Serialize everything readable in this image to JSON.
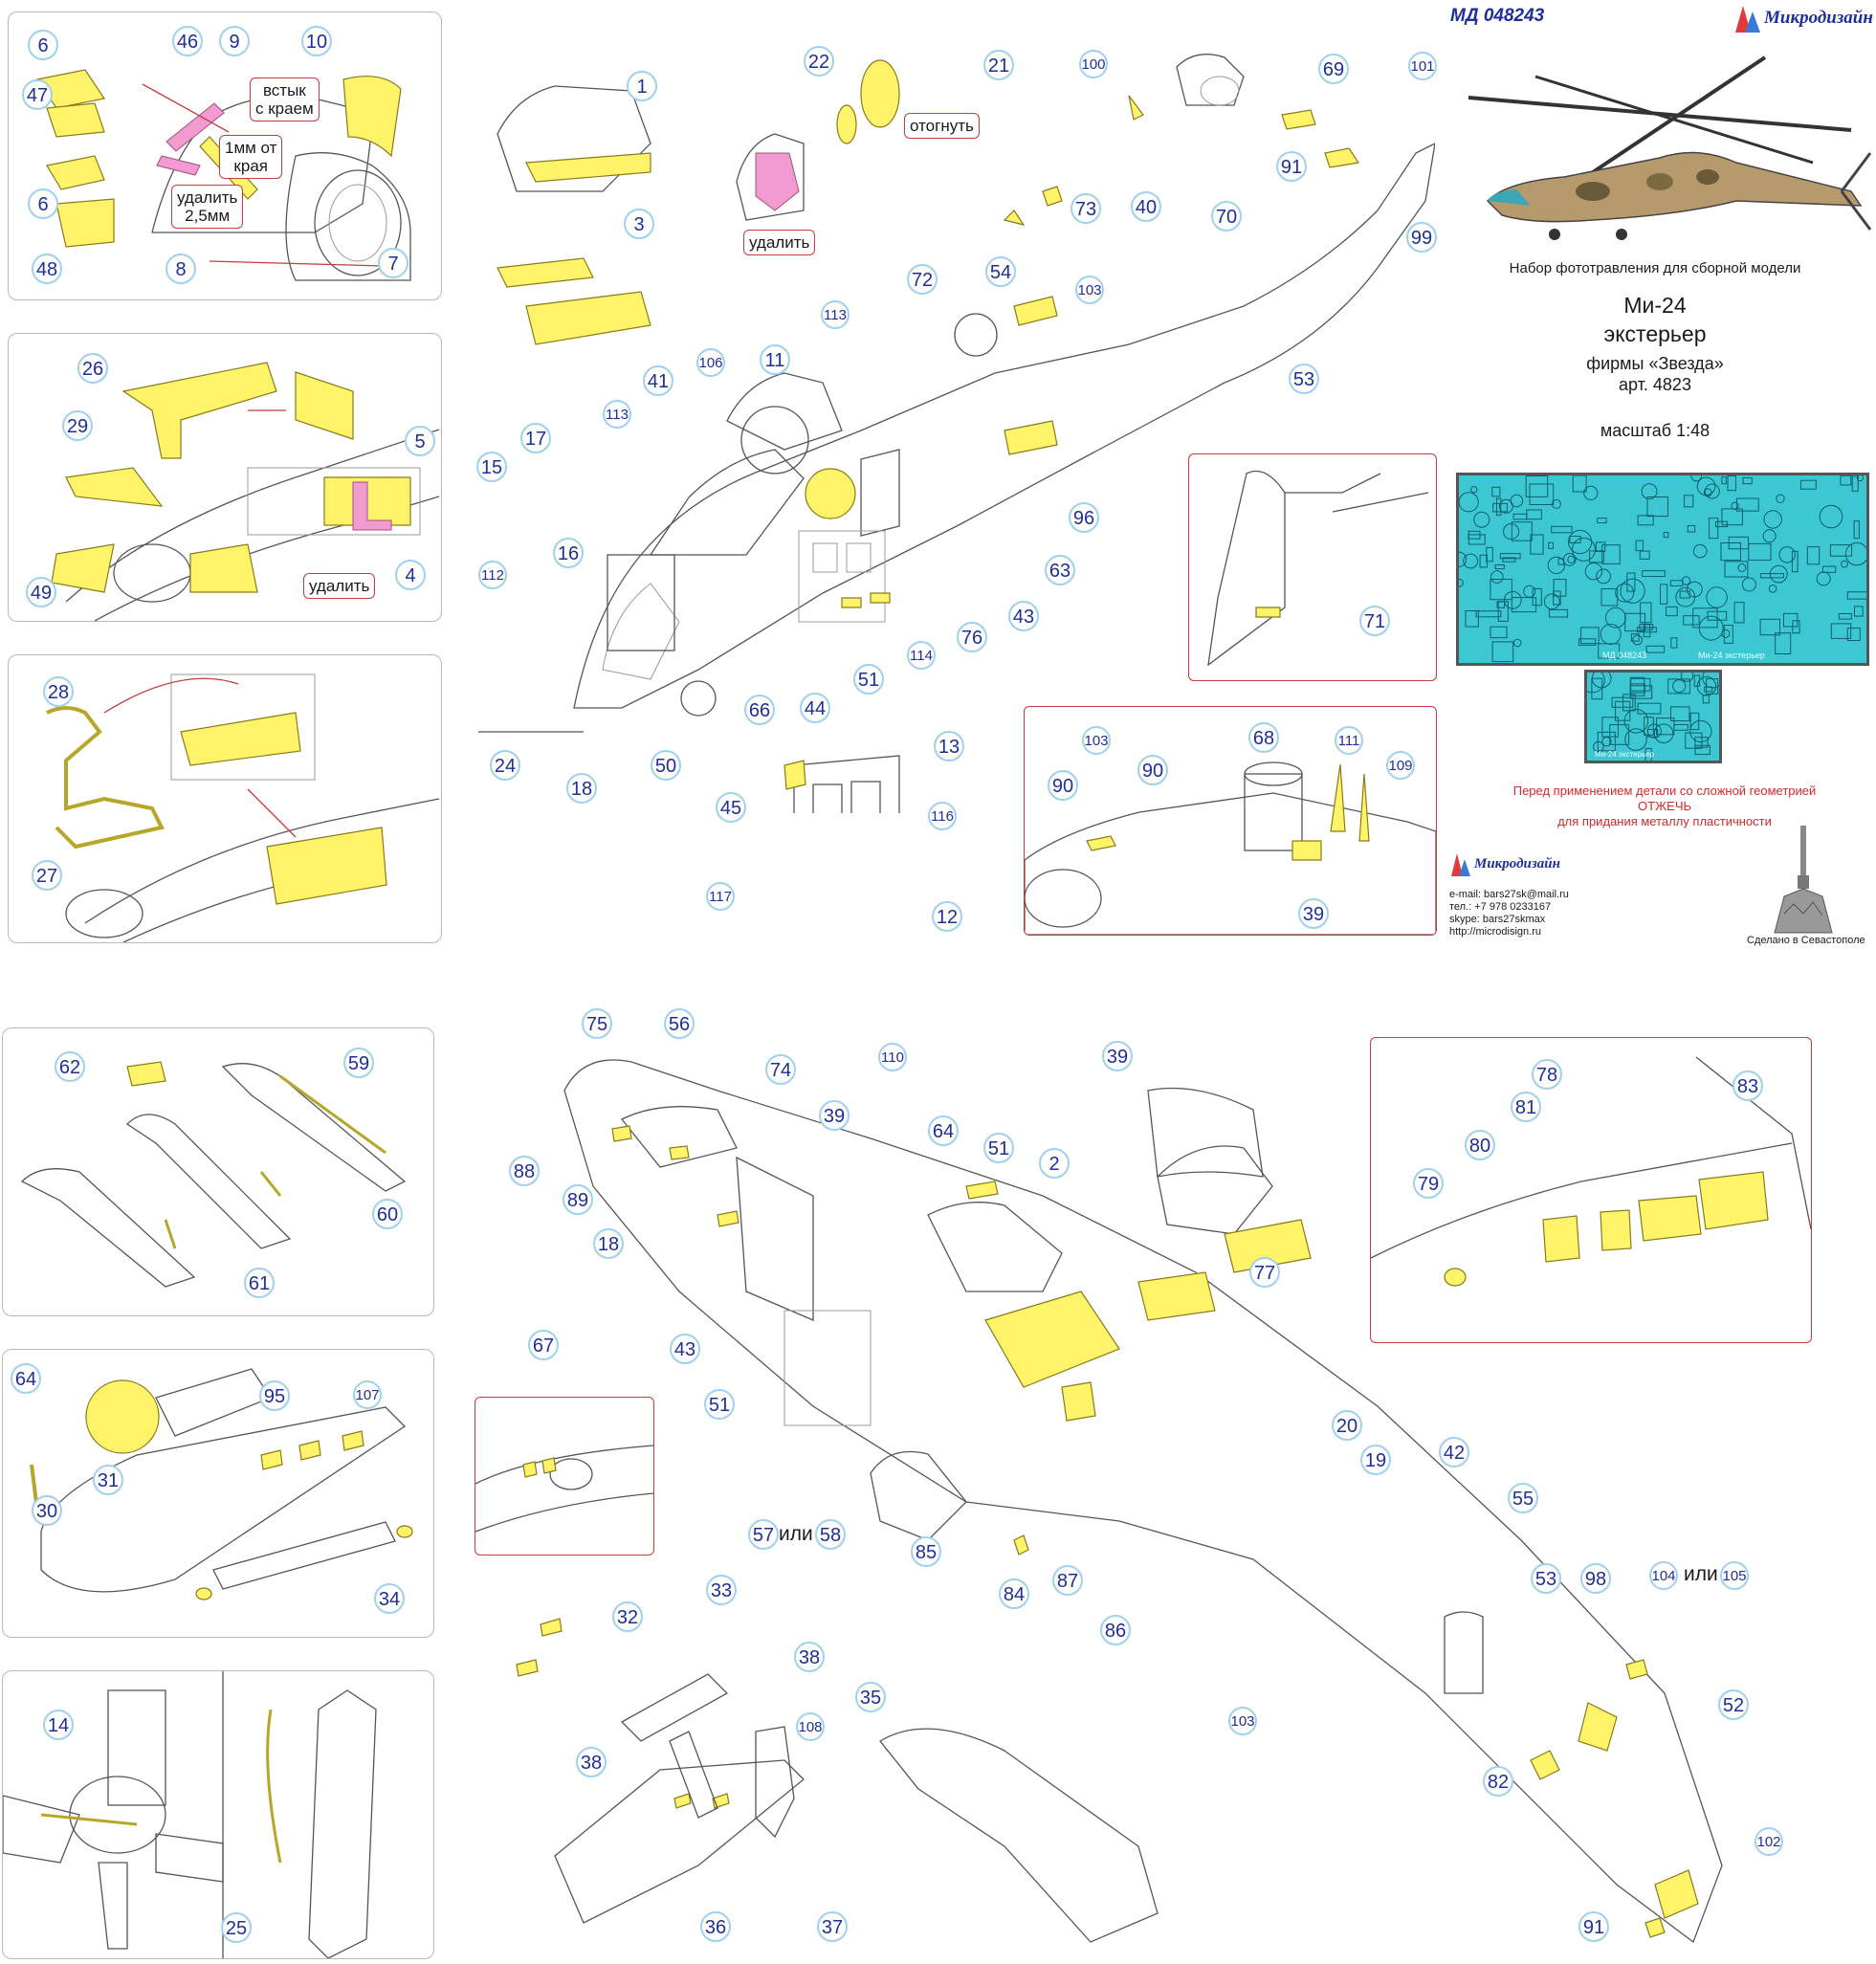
{
  "header": {
    "code": "МД 048243",
    "brand": "Микродизайн",
    "set_title": "Набор фототравления для сборной модели",
    "model": "Ми-24",
    "subject": "экстерьер",
    "maker": "фирмы «Звезда»",
    "article": "арт. 4823",
    "scale": "масштаб 1:48"
  },
  "fret": {
    "label_main": "Ми-24 экстерьер",
    "label_code": "МД 048243",
    "small_label": "Ми-24 экстерьер"
  },
  "warning": {
    "line1": "Перед применением детали со сложной геометрией",
    "line2": "ОТЖЕЧЬ",
    "line3": "для придания металлу пластичности"
  },
  "contacts": {
    "brand": "Микродизайн",
    "email": "e-mail: bars27sk@mail.ru",
    "phone": "тел.: +7 978 0233167",
    "skype": "skype: bars27skmax",
    "site": "http://microdisign.ru"
  },
  "made_in": "Сделано в Севастополе",
  "notes": {
    "flush": "встык\nс краем",
    "mm_from_edge": "1мм от\nкрая",
    "remove_25": "удалить\n2,5мм",
    "remove": "удалить",
    "bend": "отогнуть",
    "or": "или"
  },
  "colors": {
    "part_yellow": "#fff36a",
    "callout_border": "#9fd1ee",
    "callout_text": "#1f2f98",
    "note_border": "#c43c3c",
    "fret_cyan": "#3cc7d3",
    "warning_red": "#d42a2a"
  },
  "callouts": {
    "p1": [
      "6",
      "46",
      "9",
      "10",
      "47",
      "6",
      "48",
      "8",
      "7"
    ],
    "p2": [
      "26",
      "29",
      "5",
      "49",
      "4"
    ],
    "p3": [
      "28",
      "27"
    ],
    "top": [
      "1",
      "3",
      "22",
      "21",
      "100",
      "69",
      "101",
      "91",
      "99",
      "70",
      "73",
      "40",
      "103",
      "53",
      "72",
      "54",
      "113",
      "11",
      "106",
      "41",
      "113",
      "15",
      "17",
      "16",
      "112",
      "24",
      "18",
      "50",
      "66",
      "44",
      "51",
      "114",
      "76",
      "43",
      "63",
      "96",
      "13",
      "45",
      "116",
      "117",
      "12"
    ],
    "detail71": [
      "71"
    ],
    "detail68": [
      "103",
      "68",
      "111",
      "90",
      "90",
      "109",
      "39"
    ],
    "p4": [
      "62",
      "59",
      "60",
      "61"
    ],
    "p5": [
      "64",
      "95",
      "107",
      "31",
      "30",
      "34"
    ],
    "p6": [
      "14",
      "25"
    ],
    "bottom": [
      "75",
      "56",
      "74",
      "110",
      "39",
      "88",
      "89",
      "18",
      "39",
      "64",
      "51",
      "2",
      "77",
      "43",
      "51",
      "67",
      "57",
      "58",
      "85",
      "84",
      "87",
      "86",
      "20",
      "19",
      "42",
      "55",
      "53",
      "98",
      "104",
      "105",
      "52",
      "82",
      "102",
      "91",
      "32",
      "33",
      "38",
      "38",
      "108",
      "35",
      "36",
      "37",
      "103"
    ],
    "detail78": [
      "78",
      "83",
      "81",
      "80",
      "79"
    ]
  }
}
